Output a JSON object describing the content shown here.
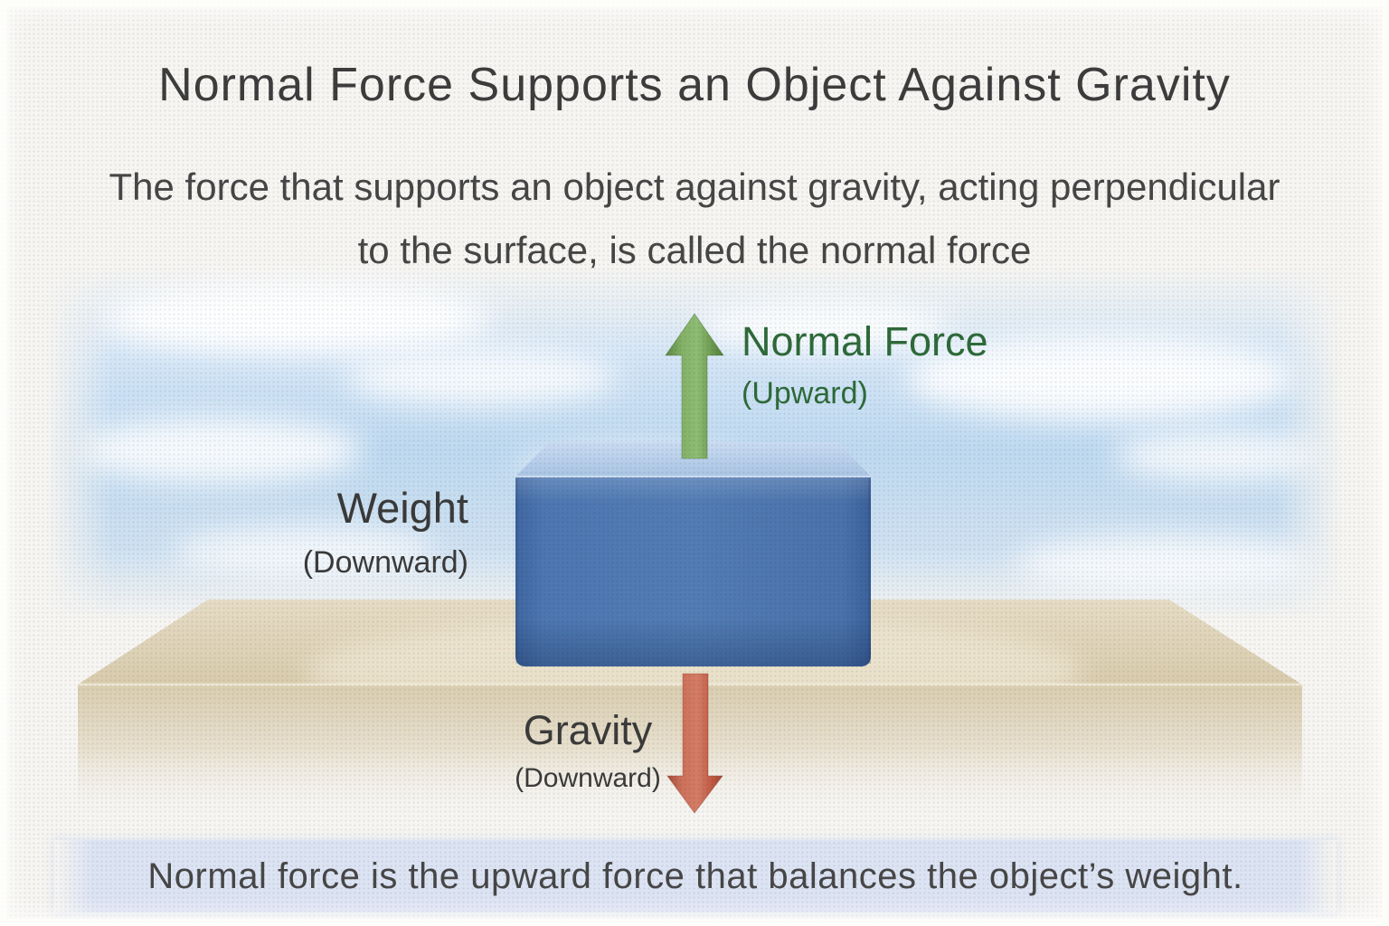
{
  "title": "Normal Force Supports an Object Against Gravity",
  "subtitle": {
    "line1": "The force that supports an object against gravity, acting perpendicular",
    "line2": "to the surface, is called the normal force"
  },
  "labels": {
    "normal_force": {
      "name": "Normal Force",
      "direction": "(Upward)",
      "text_color": "#2e6a39",
      "arrow_icon": "up-arrow",
      "arrow_color": "#7fae62"
    },
    "weight": {
      "name": "Weight",
      "direction": "(Downward)",
      "text_color": "#3a3a3a"
    },
    "gravity": {
      "name": "Gravity",
      "direction": "(Downward)",
      "text_color": "#3b3b3b",
      "arrow_icon": "down-arrow",
      "arrow_color": "#cd6450"
    }
  },
  "caption": "Normal force is the upward force that balances the object’s weight.",
  "scene": {
    "object": "blue block resting on flat surface",
    "block_front_color": "#4f78b2",
    "block_top_color": "#b8cfe9",
    "surface_color": "#dcd1b4",
    "sky_color": "#c3dcf0"
  },
  "colors": {
    "background": "#f6f5f2",
    "heading_text": "#3d3d3d",
    "caption_band": "#dce3f3",
    "green_arrow": "#7fae62",
    "red_arrow": "#cd6450"
  }
}
